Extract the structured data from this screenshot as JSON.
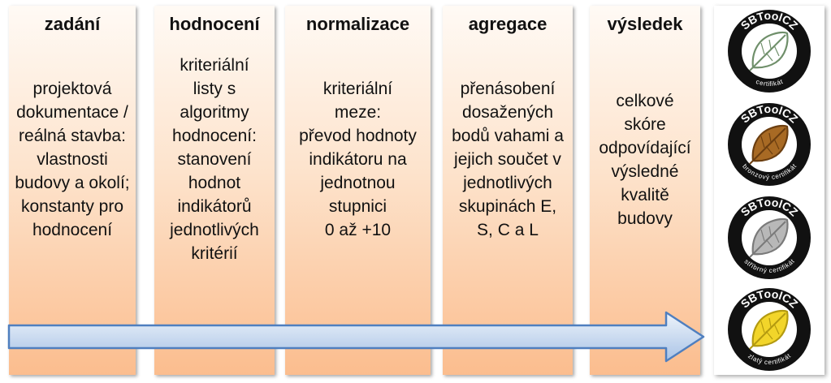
{
  "columns": [
    {
      "title": "zadání",
      "body": "projektová\ndokumentace /\nreálná stavba:\nvlastnosti\nbudovy a okolí;\nkonstanty pro\nhodnocení"
    },
    {
      "title": "hodnocení",
      "body": "kriteriální\nlisty s\nalgoritmy\nhodnocení:\nstanovení\nhodnot\nindikátorů\njednotlivých\nkritérií"
    },
    {
      "title": "normalizace",
      "body": "kriteriální\nmeze:\npřevod hodnoty\nindikátoru na\njednotnou\nstupnici\n0 až +10"
    },
    {
      "title": "agregace",
      "body": "přenásobení\ndosažených\nbodů vahami a\njejich součet v\njednotlivých\nskupinách E,\nS, C a L"
    },
    {
      "title": "výsledek",
      "body": "celkové\nskóre\nodpovídající\nvýsledné\nkvalitě\nbudovy"
    }
  ],
  "badges": [
    {
      "brand": "SBToolCZ",
      "label": "certifikát",
      "leaf_color": "#ffffff",
      "leaf_stroke": "#6f8f6a"
    },
    {
      "brand": "SBToolCZ",
      "label": "bronzový certifikát",
      "leaf_color": "#a86a24",
      "leaf_stroke": "#6b3e10"
    },
    {
      "brand": "SBToolCZ",
      "label": "stříbrný certifikát",
      "leaf_color": "#b8b8b8",
      "leaf_stroke": "#7a7a7a"
    },
    {
      "brand": "SBToolCZ",
      "label": "zlatý certifikát",
      "leaf_color": "#f2d52a",
      "leaf_stroke": "#b39a10"
    }
  ],
  "colors": {
    "column_gradient_top": "#fffaf5",
    "column_gradient_bottom": "#fbbd8e",
    "arrow_fill_top": "#eef4fb",
    "arrow_fill_bottom": "#a9c3e6",
    "arrow_stroke": "#4f7fbf",
    "badge_ring": "#111111"
  }
}
